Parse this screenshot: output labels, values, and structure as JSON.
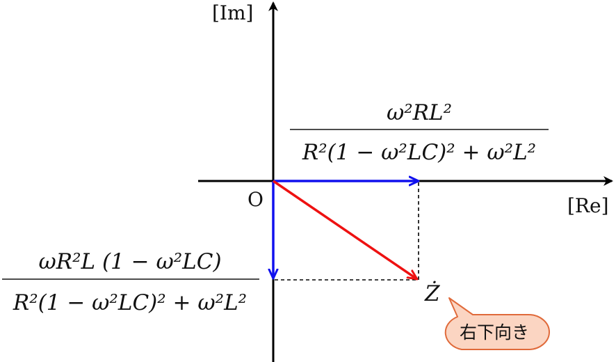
{
  "axes": {
    "imag_label": "[Im]",
    "real_label": "[Re]",
    "origin_label": "O"
  },
  "real_part": {
    "numerator": "ω²RL²",
    "denominator": "R²(1 − ω²LC)² + ω²L²"
  },
  "imag_part": {
    "numerator": "ωR²L (1 − ω²LC)",
    "denominator": "R²(1 − ω²LC)² + ω²L²"
  },
  "impedance": {
    "label": "Ż"
  },
  "callout": {
    "text": "右下向き"
  },
  "colors": {
    "axis": "#000000",
    "component_arrow": "#1010ee",
    "impedance_arrow": "#ee1111",
    "callout_fill": "#fbd5c2",
    "callout_stroke": "#e06a3a"
  }
}
